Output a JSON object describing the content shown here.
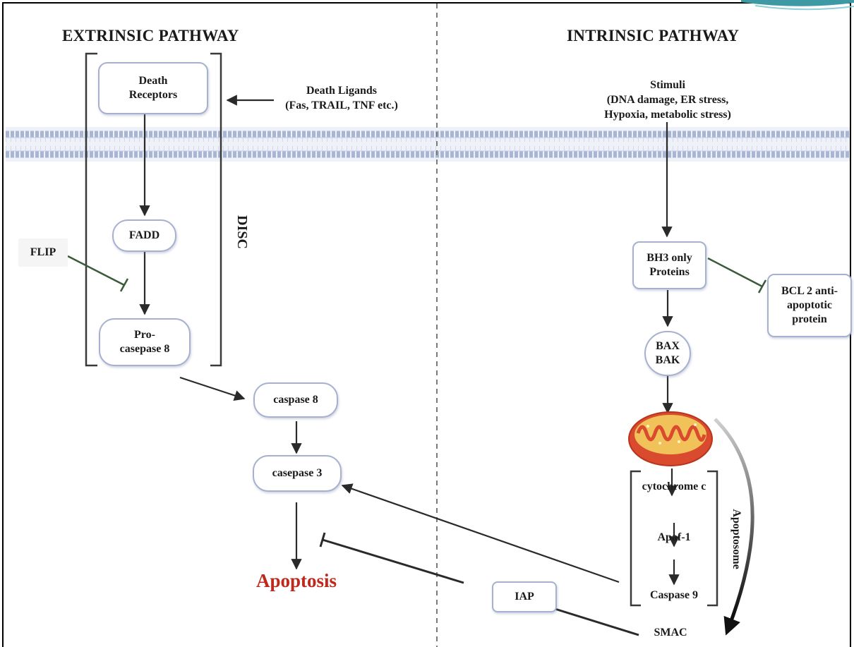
{
  "titles": {
    "extrinsic": "EXTRINSIC PATHWAY",
    "intrinsic": "INTRINSIC PATHWAY"
  },
  "extrinsic": {
    "death_receptors": "Death\nReceptors",
    "death_ligands": "Death Ligands\n(Fas, TRAIL, TNF etc.)",
    "fadd": "FADD",
    "flip": "FLIP",
    "pro_caspase8": "Pro-\ncasepase 8",
    "disc": "DISC"
  },
  "common": {
    "caspase8": "caspase 8",
    "caspase3": "casepase 3",
    "apoptosis": "Apoptosis"
  },
  "intrinsic": {
    "stimuli": "Stimuli\n(DNA damage, ER stress,\nHypoxia, metabolic stress)",
    "bh3": "BH3 only\nProteins",
    "bcl2": "BCL 2 anti-\napoptotic\nprotein",
    "bax_bak": "BAX\nBAK",
    "cytochrome_c": "cytochrome c",
    "apaf1": "Apaf-1",
    "caspase9": "Caspase 9",
    "apoptosome": "Apoptosome",
    "iap": "IAP",
    "smac": "SMAC"
  },
  "colors": {
    "node_border": "#a7b1cf",
    "membrane": "#a9b6d3",
    "inhibit": "#3b5a3a",
    "apoptosis_text": "#c0281c",
    "mito_outer": "#d94a2e",
    "mito_inner": "#f2c25a",
    "corner_accent": "#3d9aa5"
  }
}
